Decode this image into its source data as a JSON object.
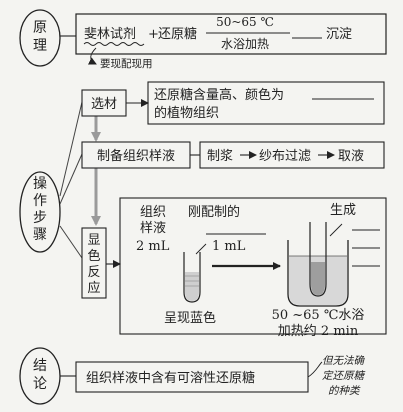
{
  "stages": {
    "principle": "原理",
    "procedure": "操作步骤",
    "conclusion": "结论"
  },
  "principle": {
    "reagent_a": "斐林试剂",
    "plus": "+",
    "reagent_b": "还原糖",
    "condition_top": "50~65 ℃",
    "condition_bottom": "水浴加热",
    "result": "沉淀",
    "note": "要现配现用"
  },
  "steps": {
    "material_label": "选材",
    "material_text_1": "还原糖含量高、颜色为",
    "material_text_2": "的植物组织",
    "prep_label": "制备组织样液",
    "prep_step_1": "制浆",
    "prep_step_2": "纱布过滤",
    "prep_step_3": "取液",
    "color_label": "显色反应",
    "tissue_label_1": "组织",
    "tissue_label_2": "样液",
    "tissue_volume": "2 mL",
    "fresh_label": "刚配制的",
    "fresh_volume": "1 mL",
    "blue_label": "呈现蓝色",
    "generate_label": "生成",
    "bath_label_1": "50 ~65 ℃水浴",
    "bath_label_2": "加热约 2 min"
  },
  "conclusion": {
    "text": "组织样液中含有可溶性还原糖",
    "note_1": "但无法确",
    "note_2": "定还原糖",
    "note_3": "的种类"
  }
}
